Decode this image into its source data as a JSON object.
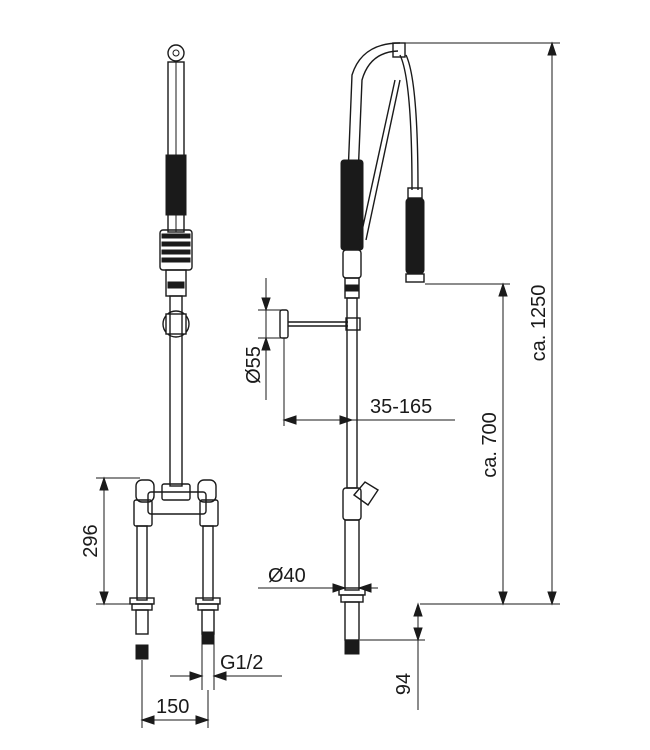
{
  "dimensions": {
    "d55": "Ø55",
    "reach": "35-165",
    "height_700": "ca. 700",
    "height_1250": "ca. 1250",
    "height_296": "296",
    "d40": "Ø40",
    "thread": "G1/2",
    "center_150": "150",
    "depth_94": "94"
  },
  "colors": {
    "line": "#1a1a1a",
    "background": "#ffffff"
  }
}
